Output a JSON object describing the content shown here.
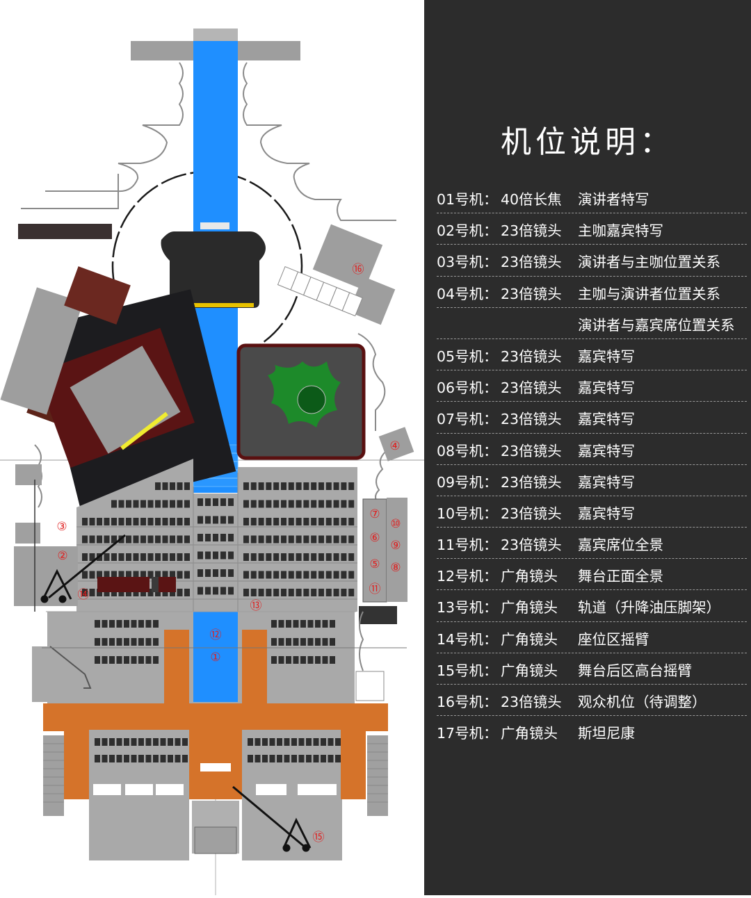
{
  "panel": {
    "title": "机位说明："
  },
  "markers": [
    "①",
    "②",
    "③",
    "④",
    "⑤",
    "⑥",
    "⑦",
    "⑧",
    "⑨",
    "⑩",
    "⑪",
    "⑫",
    "⑬",
    "⑭",
    "⑯",
    "⑮"
  ],
  "cameras": [
    {
      "id": "01号机：",
      "lens": "40倍长焦",
      "desc": "演讲者特写"
    },
    {
      "id": "02号机：",
      "lens": "23倍镜头",
      "desc": "主咖嘉宾特写"
    },
    {
      "id": "03号机：",
      "lens": "23倍镜头",
      "desc": "演讲者与主咖位置关系"
    },
    {
      "id": "04号机：",
      "lens": "23倍镜头",
      "desc": "主咖与演讲者位置关系"
    },
    {
      "id": "",
      "lens": "",
      "desc": "演讲者与嘉宾席位置关系"
    },
    {
      "id": "05号机：",
      "lens": "23倍镜头",
      "desc": "嘉宾特写"
    },
    {
      "id": "06号机：",
      "lens": "23倍镜头",
      "desc": "嘉宾特写"
    },
    {
      "id": "07号机：",
      "lens": "23倍镜头",
      "desc": "嘉宾特写"
    },
    {
      "id": "08号机：",
      "lens": "23倍镜头",
      "desc": "嘉宾特写"
    },
    {
      "id": "09号机：",
      "lens": "23倍镜头",
      "desc": "嘉宾特写"
    },
    {
      "id": "10号机：",
      "lens": "23倍镜头",
      "desc": "嘉宾特写"
    },
    {
      "id": "11号机：",
      "lens": "23倍镜头",
      "desc": "嘉宾席位全景"
    },
    {
      "id": "12号机：",
      "lens": "广角镜头",
      "desc": "舞台正面全景"
    },
    {
      "id": "13号机：",
      "lens": "广角镜头",
      "desc": "轨道（升降油压脚架）"
    },
    {
      "id": "14号机：",
      "lens": "广角镜头",
      "desc": "座位区摇臂"
    },
    {
      "id": "15号机：",
      "lens": "广角镜头",
      "desc": "舞台后区高台摇臂"
    },
    {
      "id": "16号机：",
      "lens": "23倍镜头",
      "desc": "观众机位（待调整）"
    },
    {
      "id": "17号机：",
      "lens": "广角镜头",
      "desc": "斯坦尼康"
    }
  ]
}
